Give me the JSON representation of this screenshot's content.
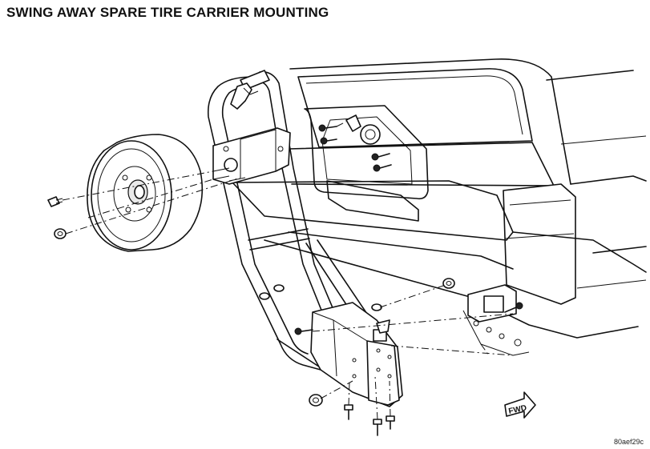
{
  "title": "SWING AWAY SPARE TIRE CARRIER MOUNTING",
  "figure_id": "80aef29c",
  "fwd_label": "FWD",
  "icons": [
    "fwd-arrow-icon"
  ]
}
